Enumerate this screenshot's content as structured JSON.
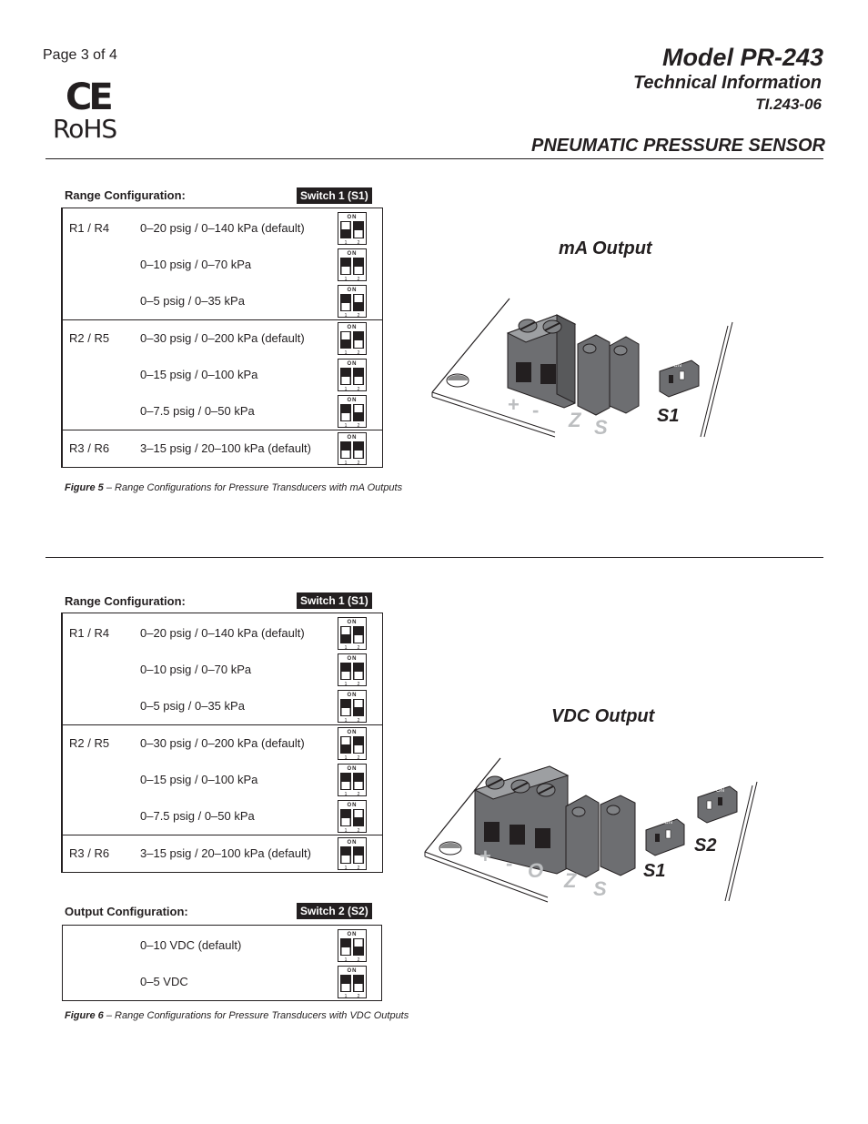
{
  "header": {
    "page": "Page 3 of 4",
    "ce_mark": "CE",
    "rohs_mark": "RoHS",
    "model": "Model PR-243",
    "subtitle": "Technical Information",
    "doc_number": "TI.243-06",
    "product": "PNEUMATIC PRESSURE SENSOR"
  },
  "fig5": {
    "range_label": "Range Configuration:",
    "switch_label": "Switch 1 (S1)",
    "sections": [
      {
        "label": "R1 / R4",
        "rows": [
          {
            "text": "0–20 psig / 0–140 kPa (default)",
            "sw1": "up",
            "sw2": "down"
          },
          {
            "text": "0–10 psig / 0–70 kPa",
            "sw1": "down",
            "sw2": "down"
          },
          {
            "text": "0–5 psig / 0–35 kPa",
            "sw1": "down",
            "sw2": "up"
          }
        ]
      },
      {
        "label": "R2 / R5",
        "rows": [
          {
            "text": "0–30 psig / 0–200 kPa (default)",
            "sw1": "up",
            "sw2": "down"
          },
          {
            "text": "0–15 psig / 0–100 kPa",
            "sw1": "down",
            "sw2": "down"
          },
          {
            "text": "0–7.5 psig / 0–50 kPa",
            "sw1": "down",
            "sw2": "up"
          }
        ]
      },
      {
        "label": "R3 / R6",
        "rows": [
          {
            "text": "3–15 psig / 20–100 kPa (default)",
            "sw1": "down",
            "sw2": "down"
          }
        ]
      }
    ],
    "caption_bold": "Figure 5",
    "caption_text": " – Range Configurations for Pressure Transducers with mA Outputs",
    "diagram_title": "mA Output",
    "terminal_labels": [
      "+",
      "-",
      "Z",
      "S"
    ],
    "switch_marker": "S1",
    "dip_on_label": "ON"
  },
  "fig6": {
    "range_label": "Range Configuration:",
    "switch_label": "Switch 1 (S1)",
    "sections": [
      {
        "label": "R1 / R4",
        "rows": [
          {
            "text": "0–20 psig / 0–140 kPa (default)",
            "sw1": "up",
            "sw2": "down"
          },
          {
            "text": "0–10 psig / 0–70 kPa",
            "sw1": "down",
            "sw2": "down"
          },
          {
            "text": "0–5 psig / 0–35 kPa",
            "sw1": "down",
            "sw2": "up"
          }
        ]
      },
      {
        "label": "R2 / R5",
        "rows": [
          {
            "text": "0–30 psig / 0–200 kPa (default)",
            "sw1": "up",
            "sw2": "down"
          },
          {
            "text": "0–15 psig / 0–100 kPa",
            "sw1": "down",
            "sw2": "down"
          },
          {
            "text": "0–7.5 psig / 0–50 kPa",
            "sw1": "down",
            "sw2": "up"
          }
        ]
      },
      {
        "label": "R3 / R6",
        "rows": [
          {
            "text": "3–15 psig / 20–100 kPa (default)",
            "sw1": "down",
            "sw2": "down"
          }
        ]
      }
    ],
    "output_label": "Output Configuration:",
    "output_switch_label": "Switch 2 (S2)",
    "output_rows": [
      {
        "text": "0–10 VDC (default)",
        "sw1": "down",
        "sw2": "up"
      },
      {
        "text": "0–5 VDC",
        "sw1": "down",
        "sw2": "down"
      }
    ],
    "caption_bold": "Figure 6",
    "caption_text": " – Range Configurations for Pressure Transducers with VDC Outputs",
    "diagram_title": "VDC Output",
    "terminal_labels": [
      "+",
      "-",
      "O",
      "Z",
      "S"
    ],
    "switch_marker_1": "S1",
    "switch_marker_2": "S2",
    "dip_on_label": "ON"
  },
  "dip_switch": {
    "on_label": "ON",
    "pos1": "1",
    "pos2": "2"
  }
}
